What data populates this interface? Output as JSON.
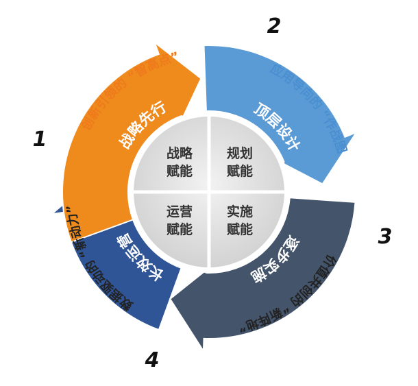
{
  "center": {
    "quadrants": [
      {
        "line1": "战略",
        "line2": "赋能"
      },
      {
        "line1": "规划",
        "line2": "赋能"
      },
      {
        "line1": "运营",
        "line2": "赋能"
      },
      {
        "line1": "实施",
        "line2": "赋能"
      }
    ]
  },
  "steps": [
    {
      "number": "1",
      "arrow_label": "战略先行",
      "outer_label": "创新引领的 “智高点”",
      "color": "#ef8a1c"
    },
    {
      "number": "2",
      "arrow_label": "顶层设计",
      "outer_label": "应用导向的 “作战图”",
      "color": "#5b9bd5"
    },
    {
      "number": "3",
      "arrow_label": "逐步实施",
      "outer_label": "价值共创的 “新阵地”",
      "color": "#44546a"
    },
    {
      "number": "4",
      "arrow_label": "长效运营",
      "outer_label": "数据驱动的 “新动力”",
      "color": "#2f5597"
    }
  ]
}
